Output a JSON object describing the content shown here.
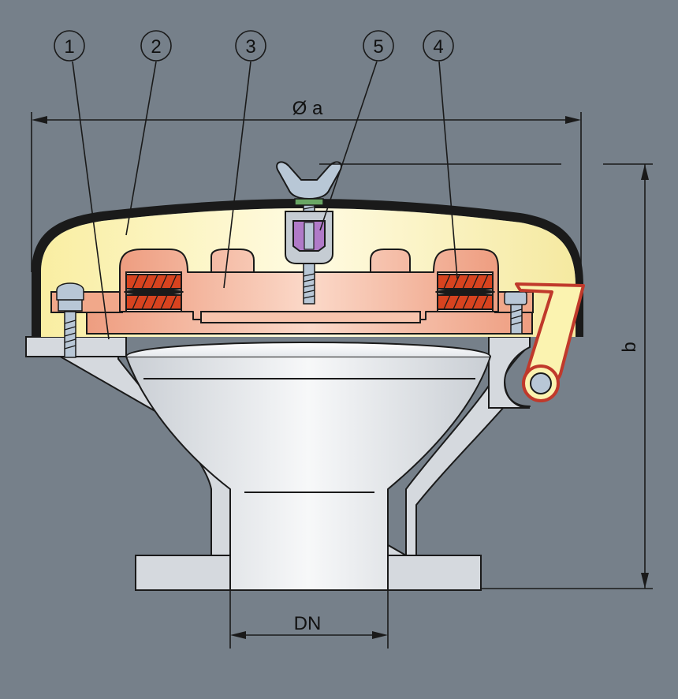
{
  "callouts": [
    {
      "label": "1"
    },
    {
      "label": "2"
    },
    {
      "label": "3"
    },
    {
      "label": "5"
    },
    {
      "label": "4"
    }
  ],
  "dimensions": {
    "diameter": "Ø a",
    "height": "b",
    "nominal": "DN"
  },
  "colors": {
    "background": "#76808a",
    "flange_grey": "#d5d9de",
    "hood_yellow": "#fbf3b0",
    "seat_salmon": "#f1a88a",
    "spring_red": "#d8431f",
    "bolt_blue": "#b8c7d6",
    "seal_purple": "#b07ac8",
    "line": "#1a1a1a"
  }
}
